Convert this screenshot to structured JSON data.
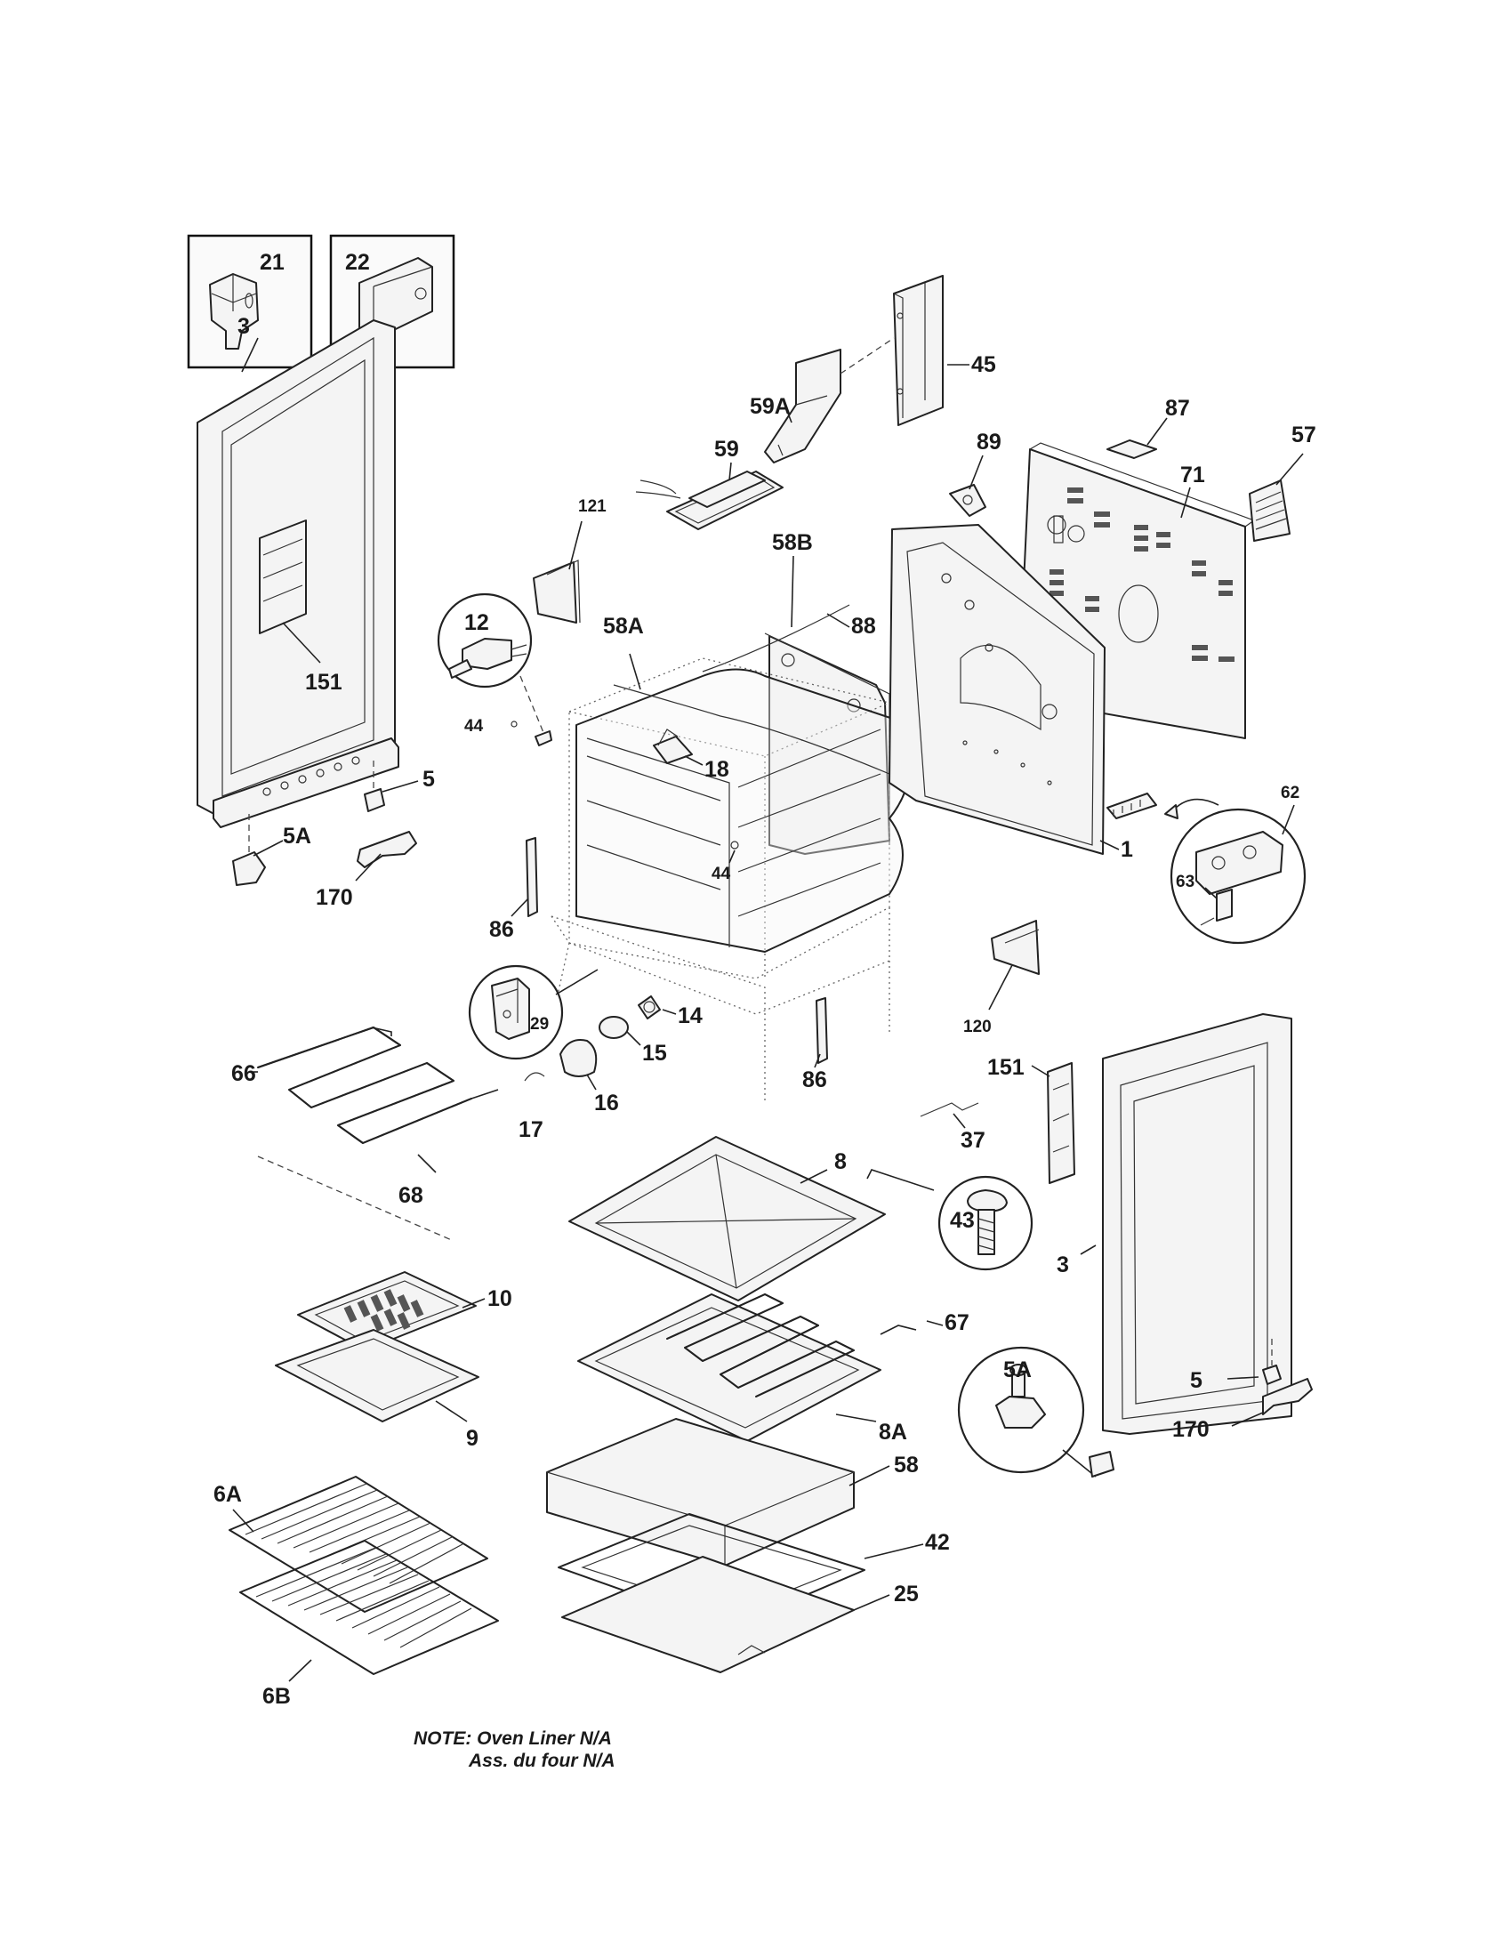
{
  "labels": {
    "p21": "21",
    "p22": "22",
    "p3_left": "3",
    "p151_left": "151",
    "p5_left": "5",
    "p5a_left": "5A",
    "p170_left": "170",
    "p45": "45",
    "p59a": "59A",
    "p59": "59",
    "p121": "121",
    "p58b": "58B",
    "p88": "88",
    "p58a": "58A",
    "p89": "89",
    "p87": "87",
    "p71": "71",
    "p57": "57",
    "p12": "12",
    "p44_top": "44",
    "p18": "18",
    "p44_mid": "44",
    "p86_left": "86",
    "p1": "1",
    "p62": "62",
    "p63": "63",
    "p29": "29",
    "p14": "14",
    "p15": "15",
    "p16": "16",
    "p17": "17",
    "p86_right": "86",
    "p120": "120",
    "p66": "66",
    "p68": "68",
    "p151_right": "151",
    "p37": "37",
    "p8": "8",
    "p43": "43",
    "p3_right": "3",
    "p10": "10",
    "p9": "9",
    "p67": "67",
    "p8a": "8A",
    "p5a_right": "5A",
    "p5_right": "5",
    "p170_right": "170",
    "p6a": "6A",
    "p58": "58",
    "p42": "42",
    "p25": "25",
    "p6b": "6B"
  },
  "note": {
    "line1": "NOTE: Oven Liner N/A",
    "line2": "Ass. du four N/A"
  }
}
